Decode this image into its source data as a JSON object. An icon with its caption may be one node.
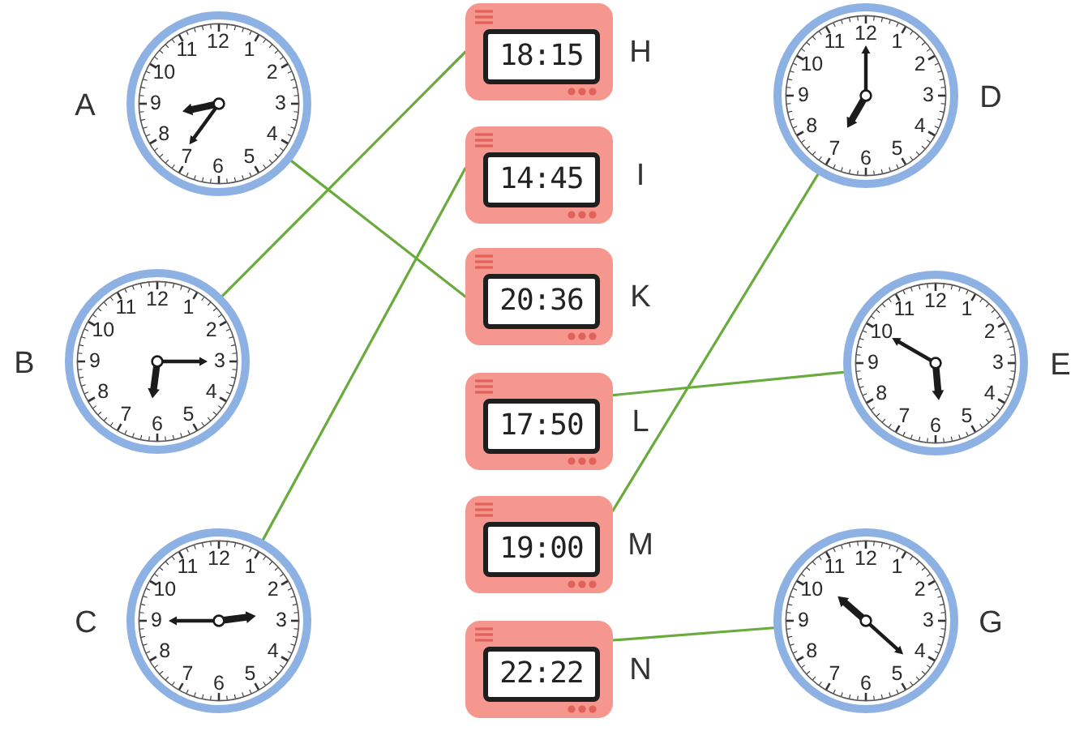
{
  "diagram": {
    "nodes": [
      {
        "text": [
          "11",
          "12",
          "1",
          "10",
          "2",
          "9",
          "3",
          "8",
          "4",
          "7",
          "6",
          "5"
        ],
        "beside": [
          "A"
        ]
      },
      {
        "text": [
          "11",
          "12",
          "1",
          "10",
          "2",
          "9",
          "3",
          "8",
          "4",
          "7",
          "6",
          "5"
        ],
        "beside": [
          "B"
        ]
      },
      {
        "text": [
          "11",
          "12",
          "1",
          "10",
          "2",
          "9",
          "3",
          "8",
          "4",
          "7",
          "6",
          "5"
        ],
        "beside": [
          "C"
        ]
      },
      {
        "text": [
          "18:15"
        ],
        "beside": [
          "H"
        ]
      },
      {
        "text": [
          "14:45"
        ],
        "beside": [
          "I"
        ]
      },
      {
        "text": [
          "20:36"
        ],
        "beside": [
          "K"
        ]
      },
      {
        "text": [
          "17:50"
        ],
        "beside": [
          "L"
        ]
      },
      {
        "text": [
          "19:00"
        ],
        "beside": [
          "M"
        ]
      },
      {
        "text": [
          "22:22"
        ],
        "beside": [
          "N"
        ]
      },
      {
        "text": [
          "11",
          "12",
          "1",
          "10",
          "2",
          "9",
          "3",
          "8",
          "4",
          "7",
          "6",
          "5"
        ],
        "beside": [
          "D"
        ]
      },
      {
        "text": [
          "11",
          "12",
          "1",
          "10",
          "2",
          "9",
          "3",
          "8",
          "4",
          "7",
          "6",
          "5"
        ],
        "beside": [
          "E"
        ]
      },
      {
        "text": [
          "11",
          "12",
          "1",
          "10",
          "2",
          "9",
          "3",
          "8",
          "4",
          "7",
          "6",
          "5"
        ],
        "beside": [
          "G"
        ]
      }
    ],
    "edges": [
      {
        "from": 0,
        "to": 5,
        "arrow": "none"
      },
      {
        "from": 1,
        "to": 3,
        "arrow": "none"
      },
      {
        "from": 2,
        "to": 4,
        "arrow": "none"
      },
      {
        "from": 7,
        "to": 9,
        "arrow": "none"
      },
      {
        "from": 6,
        "to": 10,
        "arrow": "none"
      },
      {
        "from": 8,
        "to": 11,
        "arrow": "none"
      }
    ]
  }
}
